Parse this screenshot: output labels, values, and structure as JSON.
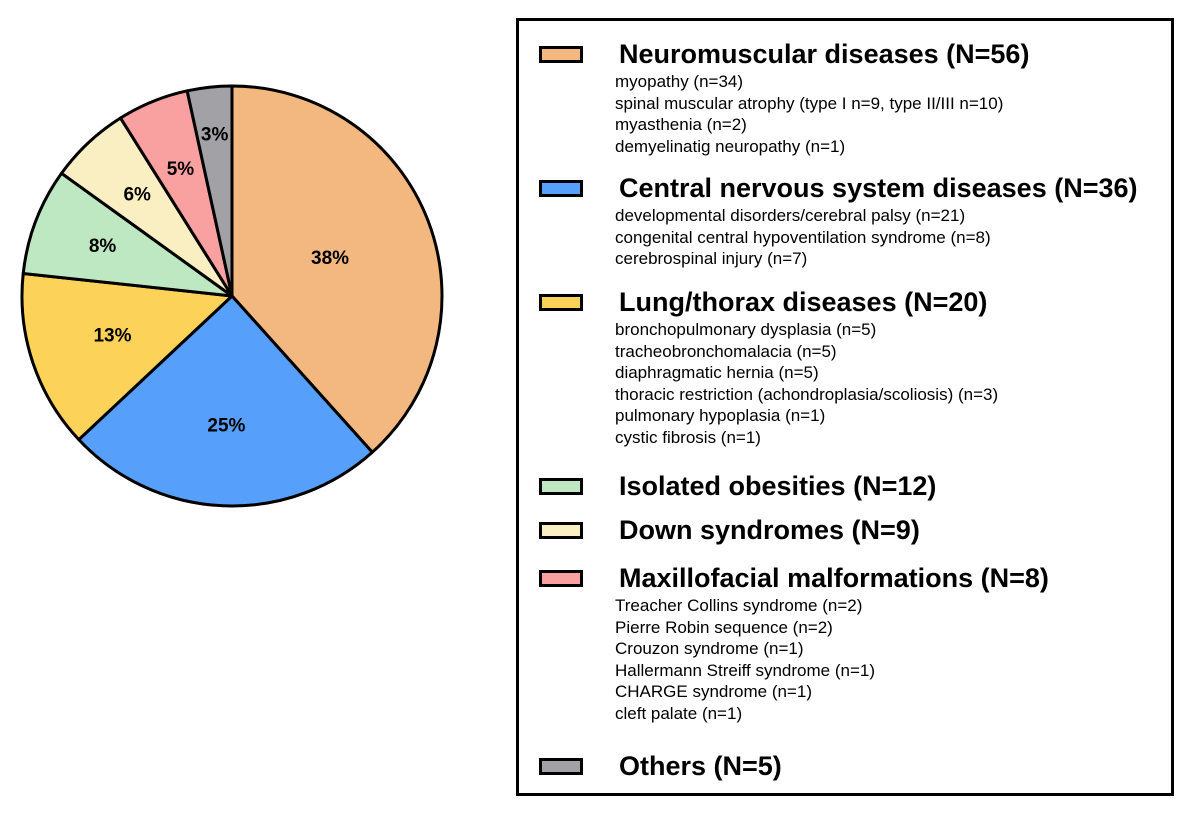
{
  "chart_data": {
    "type": "pie",
    "slices": [
      {
        "label": "Neuromuscular diseases (N=56)",
        "value": 56,
        "percent_label": "38%",
        "color": "#F2B880",
        "items": [
          "myopathy (n=34)",
          "spinal muscular atrophy (type I n=9, type II/III n=10)",
          "myasthenia (n=2)",
          "demyelinatig neuropathy (n=1)"
        ]
      },
      {
        "label": "Central nervous system diseases (N=36)",
        "value": 36,
        "percent_label": "25%",
        "color": "#56A0FB",
        "items": [
          "developmental disorders/cerebral palsy (n=21)",
          "congenital central hypoventilation syndrome (n=8)",
          "cerebrospinal injury (n=7)"
        ]
      },
      {
        "label": "Lung/thorax diseases (N=20)",
        "value": 20,
        "percent_label": "13%",
        "color": "#FCD258",
        "items": [
          "bronchopulmonary dysplasia (n=5)",
          "tracheobronchomalacia (n=5)",
          "diaphragmatic hernia (n=5)",
          "thoracic restriction (achondroplasia/scoliosis) (n=3)",
          "pulmonary hypoplasia (n=1)",
          "cystic fibrosis (n=1)"
        ]
      },
      {
        "label": "Isolated obesities (N=12)",
        "value": 12,
        "percent_label": "8%",
        "color": "#BEE8C2",
        "items": []
      },
      {
        "label": "Down syndromes (N=9)",
        "value": 9,
        "percent_label": "6%",
        "color": "#FAEFC3",
        "items": []
      },
      {
        "label": "Maxillofacial malformations (N=8)",
        "value": 8,
        "percent_label": "5%",
        "color": "#F9A0A0",
        "items": [
          "Treacher Collins syndrome (n=2)",
          "Pierre Robin sequence (n=2)",
          "Crouzon syndrome (n=1)",
          "Hallermann Streiff syndrome (n=1)",
          "CHARGE syndrome (n=1)",
          "cleft palate (n=1)"
        ]
      },
      {
        "label": "Others (N=5)",
        "value": 5,
        "percent_label": "3%",
        "color": "#A1A1A6",
        "items": []
      }
    ],
    "legend_position": "right"
  }
}
